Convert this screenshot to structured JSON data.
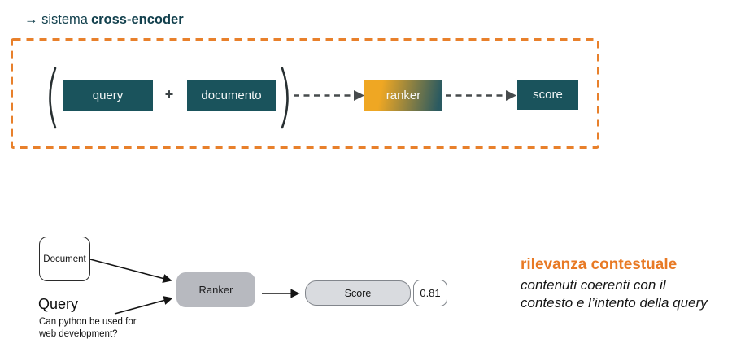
{
  "title": {
    "prefix": "→ sistema",
    "bold": "cross-encoder"
  },
  "top_diagram": {
    "query_label": "query",
    "plus": "+",
    "documento_label": "documento",
    "ranker_label": "ranker",
    "score_label": "score"
  },
  "bottom_diagram": {
    "document_label": "Document",
    "query_label": "Query",
    "query_text_line1": "Can python be used for",
    "query_text_line2": "web development?",
    "ranker_label": "Ranker",
    "score_label": "Score",
    "score_value": "0.81"
  },
  "caption": {
    "heading": "rilevanza contestuale",
    "line1": "contenuti coerenti con il",
    "line2": "contesto e l’intento della query"
  },
  "colors": {
    "teal": "#1a535c",
    "title_text": "#12404d",
    "frame_orange": "#e8802b",
    "heading_orange": "#e87a25",
    "ranker_gradient_start": "#efa723",
    "ranker_gradient_end": "#2a5a61",
    "gray_box": "#b7b9bf",
    "light_gray_box": "#d9dbdf",
    "box_border_gray": "#82868c",
    "arrow_dark": "#474b4d",
    "bracket_dark": "#272f31",
    "solid_arrow": "#141414"
  }
}
